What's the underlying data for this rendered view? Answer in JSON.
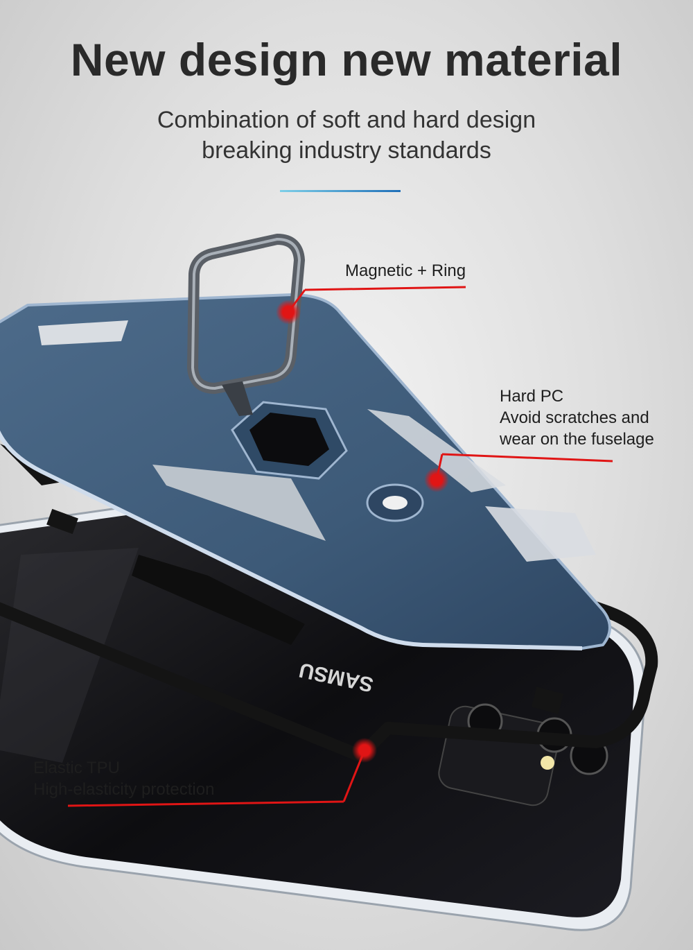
{
  "header": {
    "title": "New design new material",
    "subtitle_line1": "Combination of soft and hard design",
    "subtitle_line2": "breaking industry standards"
  },
  "callouts": {
    "magnetic_ring": "Magnetic + Ring",
    "hard_pc_title": "Hard PC",
    "hard_pc_line1": "Avoid scratches and",
    "hard_pc_line2": "wear on the fuselage",
    "tpu_title": "Elastic TPU",
    "tpu_line1": "High-elasticity protection"
  },
  "phone": {
    "brand_text": "SAMSU"
  },
  "colors": {
    "accent_red": "#e01515",
    "case_blue": "#3d5a78",
    "divider_start": "#7ecfe8",
    "divider_end": "#1f6fb8",
    "tpu_black": "#141414"
  }
}
